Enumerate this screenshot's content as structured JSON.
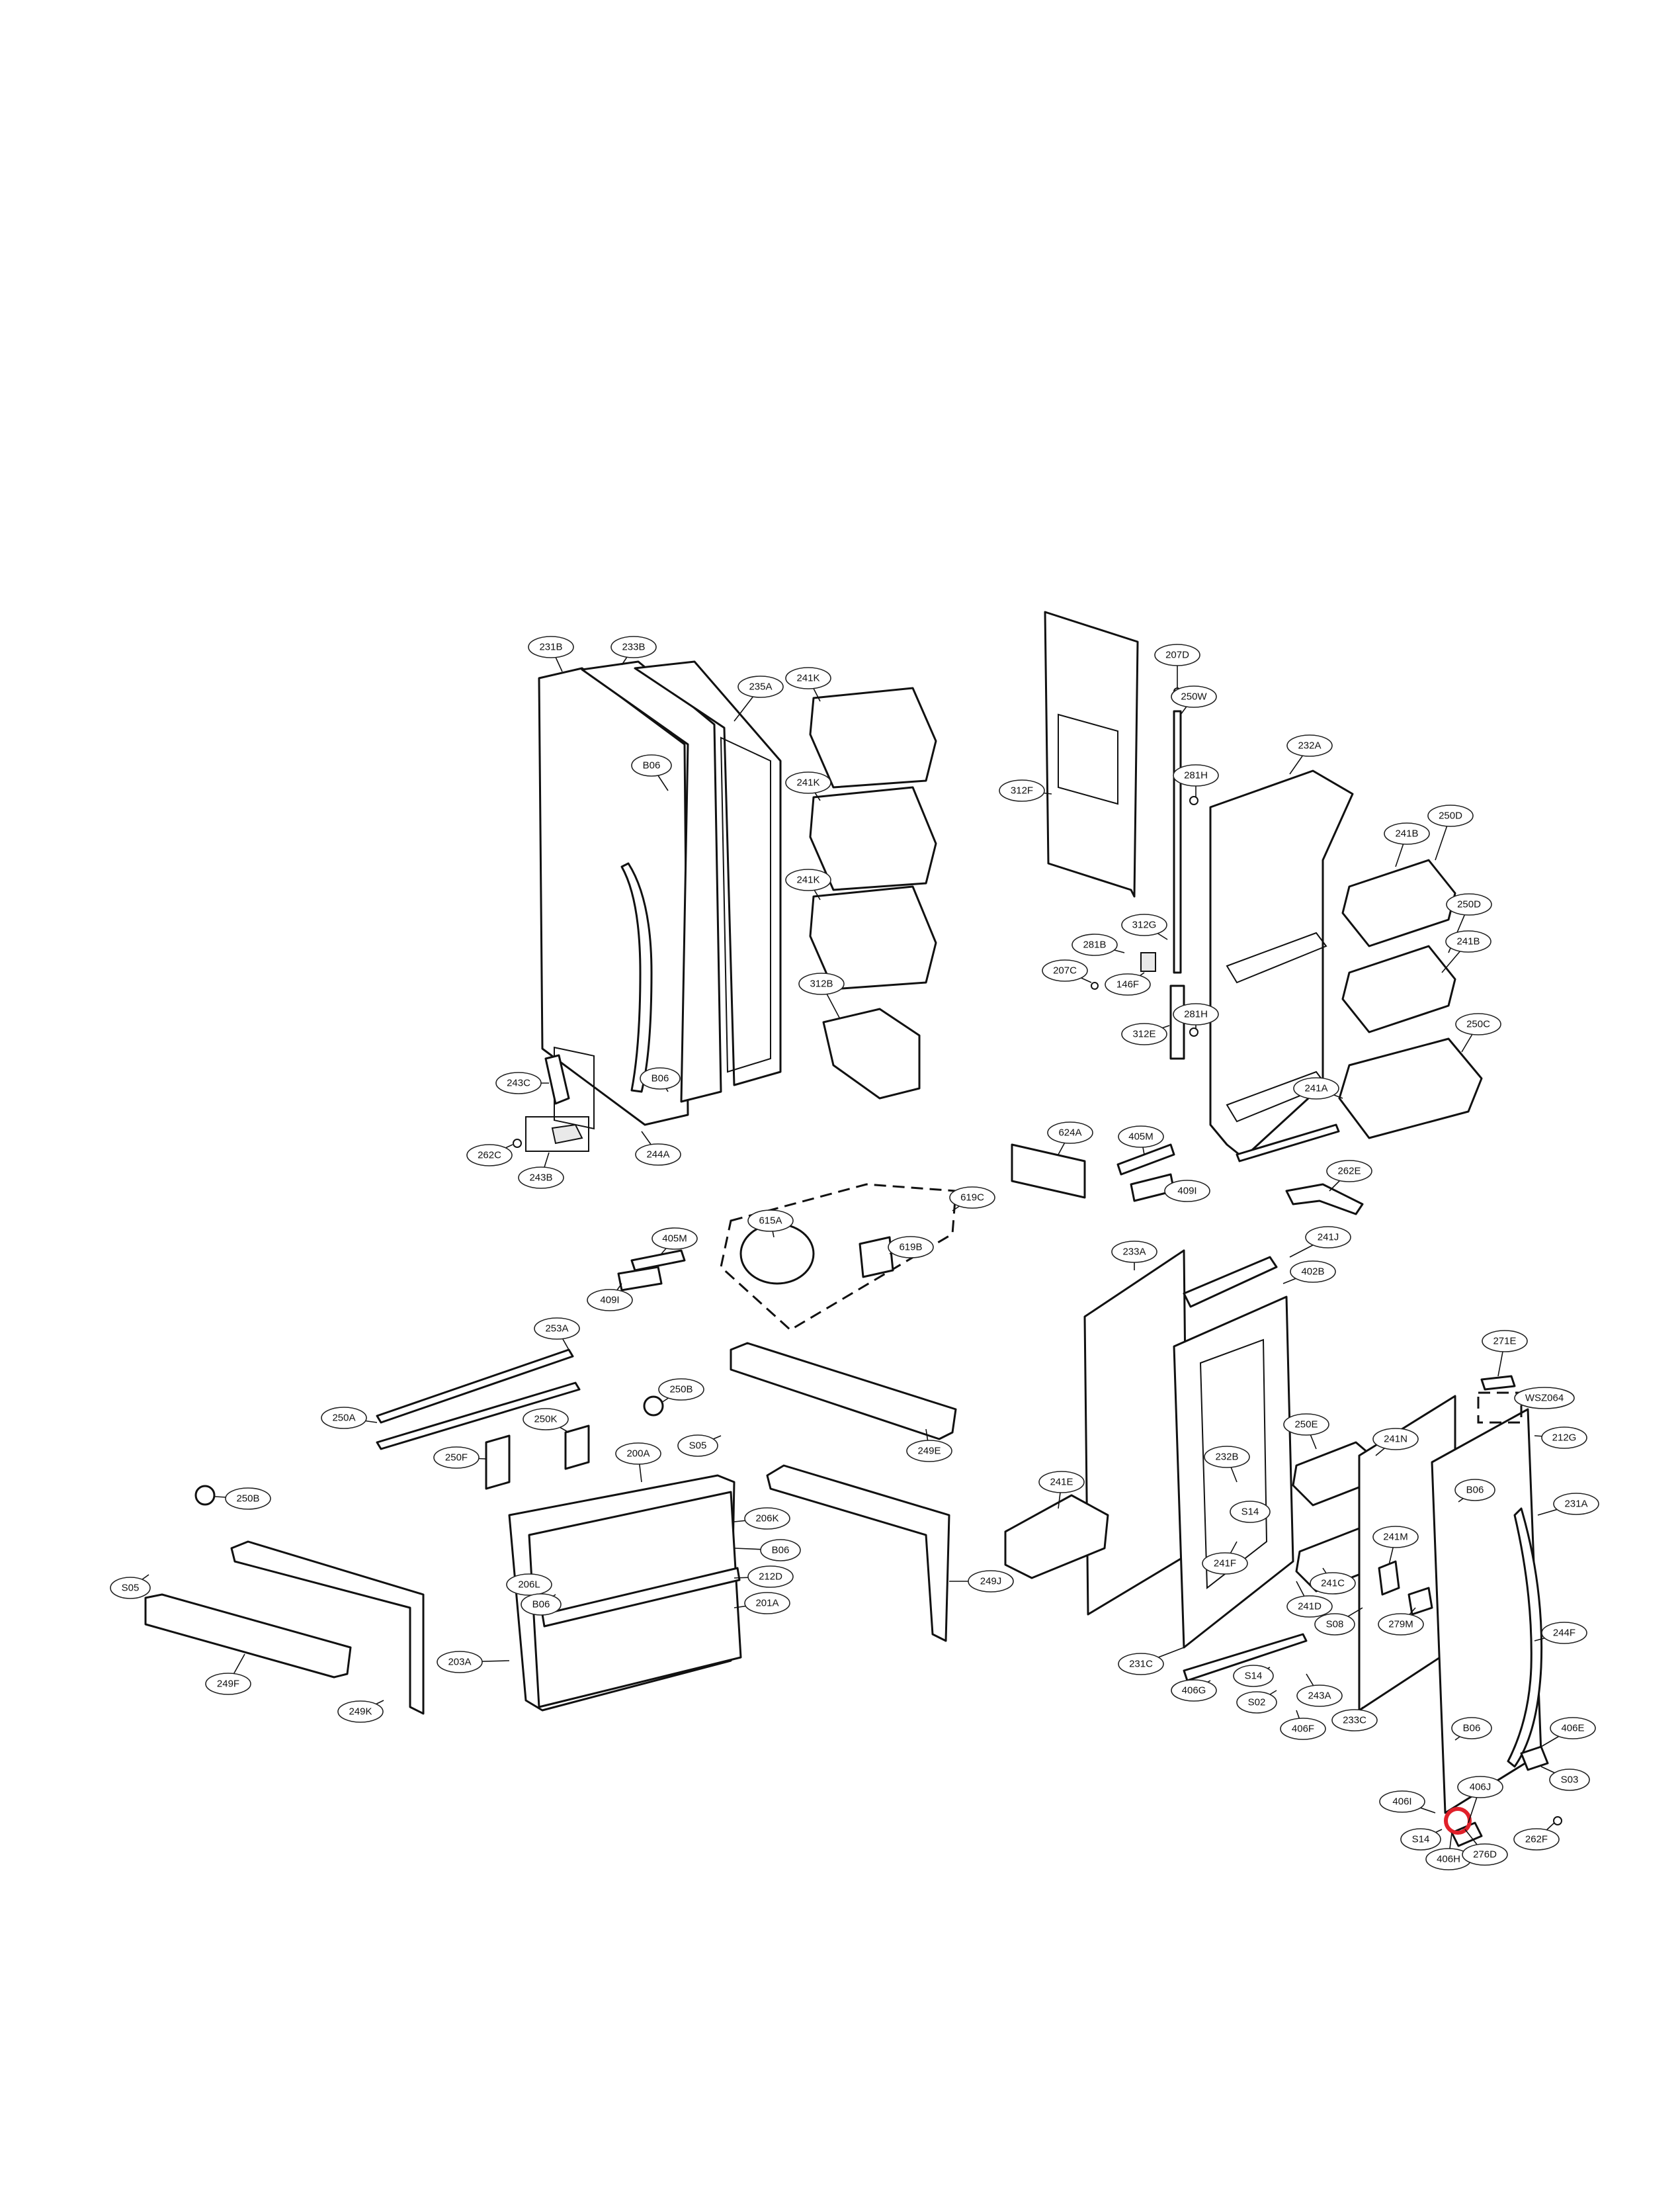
{
  "highlight_color": "#e0202a",
  "labels": {
    "l231B": "231B",
    "l233B": "233B",
    "l235A": "235A",
    "l241K_1": "241K",
    "l241K_2": "241K",
    "l241K_3": "241K",
    "lB06_1": "B06",
    "l312B": "312B",
    "l243C": "243C",
    "lB06_2": "B06",
    "l262C": "262C",
    "l243B": "243B",
    "l244A": "244A",
    "l207D": "207D",
    "l250W": "250W",
    "l232A": "232A",
    "l281H_1": "281H",
    "l312F": "312F",
    "l250D_1": "250D",
    "l241B_1": "241B",
    "l250D_2": "250D",
    "l312G": "312G",
    "l281B": "281B",
    "l241B_2": "241B",
    "l207C": "207C",
    "l146F": "146F",
    "l281H_2": "281H",
    "l312E": "312E",
    "l250C": "250C",
    "l241A": "241A",
    "l624A": "624A",
    "l405M_1": "405M",
    "l409I_1": "409I",
    "l262E": "262E",
    "l619C": "619C",
    "l615A": "615A",
    "l619B": "619B",
    "l405M_2": "405M",
    "l409I_2": "409I",
    "l233A": "233A",
    "l241J": "241J",
    "l402B": "402B",
    "l253A": "253A",
    "l250B_1": "250B",
    "l250A": "250A",
    "l250K": "250K",
    "lS05_1": "S05",
    "l249E": "249E",
    "l250F": "250F",
    "l200A": "200A",
    "l250B_2": "250B",
    "l206K": "206K",
    "lB06_3": "B06",
    "l212D": "212D",
    "l206L": "206L",
    "lB06_4": "B06",
    "l201A": "201A",
    "lS05_2": "S05",
    "l249F": "249F",
    "l203A": "203A",
    "l249K": "249K",
    "l249J": "249J",
    "l241E": "241E",
    "l250E": "250E",
    "l241N": "241N",
    "l271E": "271E",
    "lWSZ": "WSZ064",
    "l212G": "212G",
    "l232B": "232B",
    "lS14_1": "S14",
    "l241F": "241F",
    "l241M": "241M",
    "l241C": "241C",
    "l241D": "241D",
    "lS08": "S08",
    "l279M": "279M",
    "lB06_5": "B06",
    "l231A": "231A",
    "l244F": "244F",
    "l231C": "231C",
    "lS14_2": "S14",
    "l406G": "406G",
    "lS02": "S02",
    "l243A": "243A",
    "l233C": "233C",
    "l406F": "406F",
    "lB06_6": "B06",
    "l406E": "406E",
    "lS03": "S03",
    "l406J": "406J",
    "l406I": "406I",
    "lS14_3": "S14",
    "l406H": "406H",
    "l276D": "276D",
    "l262F": "262F"
  }
}
